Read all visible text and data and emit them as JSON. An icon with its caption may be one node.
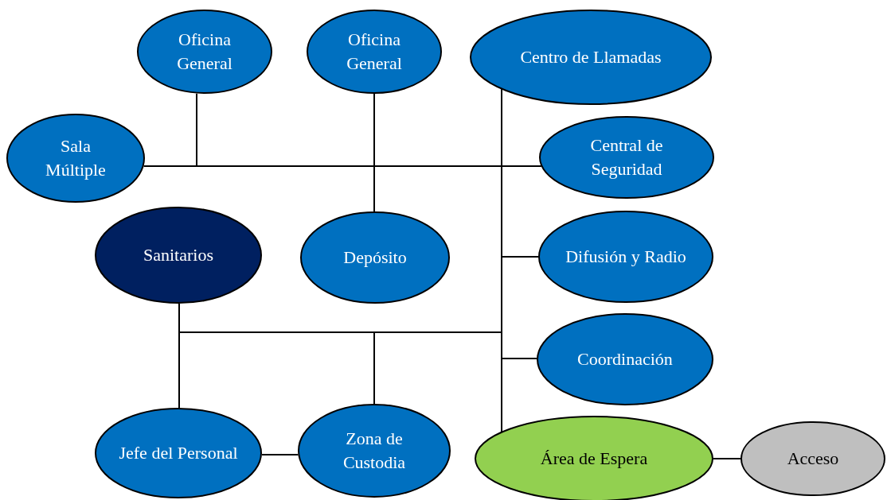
{
  "diagram": {
    "nodes": [
      {
        "text": [
          "Oficina General"
        ]
      },
      {
        "text": [
          "Oficina General"
        ]
      },
      {
        "text": [
          "Centro de Llamadas"
        ]
      },
      {
        "text": [
          "Sala Múltiple"
        ]
      },
      {
        "text": [
          "Central de Seguridad"
        ]
      },
      {
        "text": [
          "Sanitarios"
        ]
      },
      {
        "text": [
          "Depósito"
        ]
      },
      {
        "text": [
          "Difusión y Radio"
        ]
      },
      {
        "text": [
          "Coordinación"
        ]
      },
      {
        "text": [
          "Jefe del Personal"
        ]
      },
      {
        "text": [
          "Zona de Custodia"
        ]
      },
      {
        "text": [
          "Área de Espera"
        ]
      },
      {
        "text": [
          "Acceso"
        ]
      }
    ],
    "edges": [
      {
        "from": 3,
        "to": 4,
        "arrow": "none"
      },
      {
        "from": 0,
        "to": 4,
        "arrow": "none"
      },
      {
        "from": 1,
        "to": 6,
        "arrow": "none"
      },
      {
        "from": 2,
        "to": 11,
        "arrow": "none"
      },
      {
        "from": 2,
        "to": 4,
        "arrow": "none"
      },
      {
        "from": 2,
        "to": 7,
        "arrow": "none"
      },
      {
        "from": 2,
        "to": 8,
        "arrow": "none"
      },
      {
        "from": 5,
        "to": 9,
        "arrow": "none"
      },
      {
        "from": 5,
        "to": 11,
        "arrow": "none"
      },
      {
        "from": 10,
        "to": 5,
        "arrow": "none"
      },
      {
        "from": 9,
        "to": 10,
        "arrow": "none"
      },
      {
        "from": 11,
        "to": 12,
        "arrow": "none"
      }
    ]
  }
}
